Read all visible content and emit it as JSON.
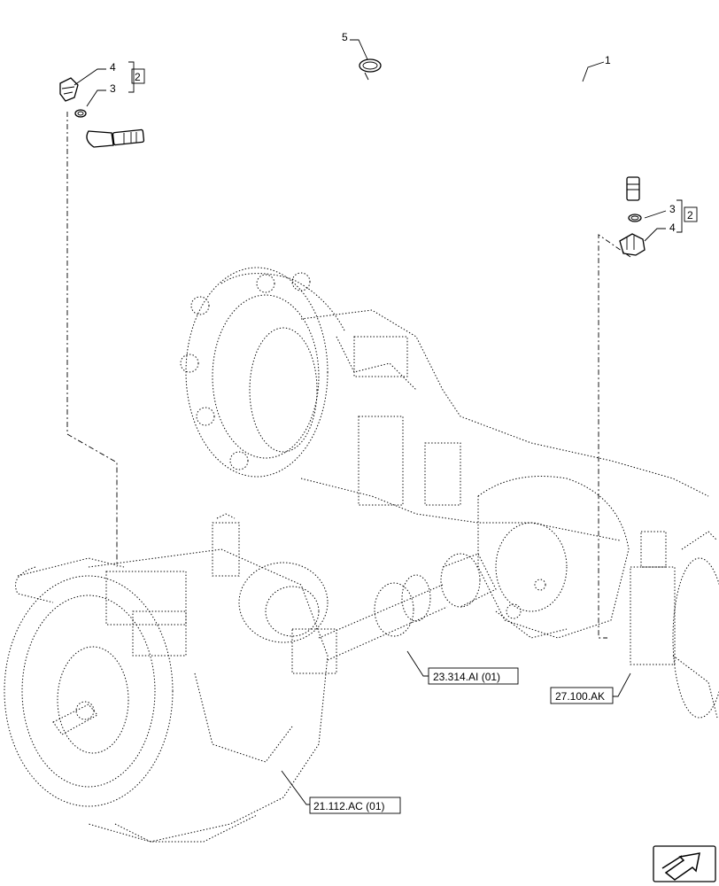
{
  "callouts": {
    "hose": "1",
    "group_left": "2",
    "group_right": "2",
    "seal_left": "3",
    "seal_right": "3",
    "elbow_left": "4",
    "elbow_right": "4",
    "clip": "5"
  },
  "references": {
    "driveshaft": "23.314.AI (01)",
    "axle": "27.100.AK",
    "transmission": "21.112.AC (01)"
  },
  "nav_icon": "next-page-arrow-icon"
}
